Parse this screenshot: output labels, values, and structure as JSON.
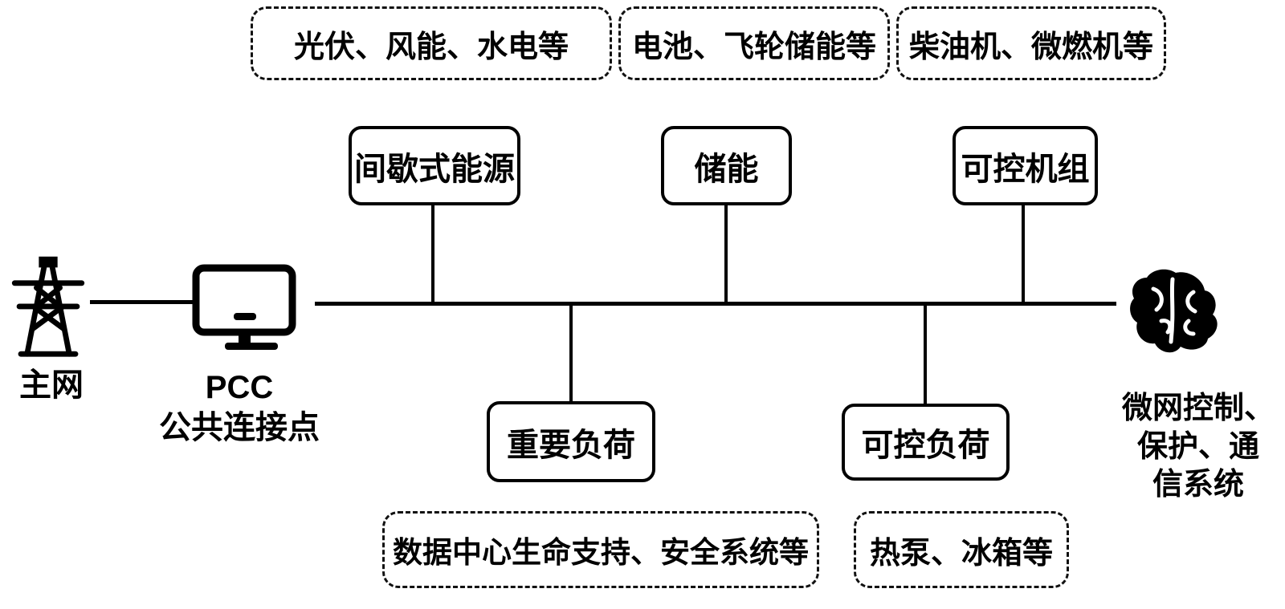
{
  "diagram": {
    "title": "microgrid-structure-diagram",
    "top_annotations": [
      {
        "label": "光伏、风能、水电等"
      },
      {
        "label": "电池、飞轮储能等"
      },
      {
        "label": "柴油机、微燃机等"
      }
    ],
    "source_nodes": [
      {
        "label": "间歇式能源"
      },
      {
        "label": "储能"
      },
      {
        "label": "可控机组"
      }
    ],
    "load_nodes": [
      {
        "label": "重要负荷"
      },
      {
        "label": "可控负荷"
      }
    ],
    "bottom_annotations": [
      {
        "label": "数据中心生命支持、安全系统等"
      },
      {
        "label": "热泵、冰箱等"
      }
    ],
    "left": {
      "grid_label": "主网",
      "pcc_label": "PCC\n公共连接点"
    },
    "right": {
      "controller_label": "微网控制、\n保护、通\n信系统"
    },
    "icons": {
      "grid": "transmission-tower-icon",
      "pcc": "monitor-icon",
      "controller": "brain-icon"
    },
    "colors": {
      "line": "#000000",
      "background": "#ffffff"
    }
  }
}
